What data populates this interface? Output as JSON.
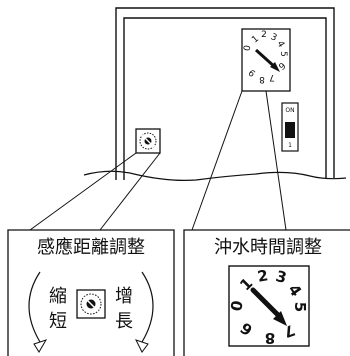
{
  "panels": {
    "sensor": {
      "title": "感應距離調整",
      "left_top": "縮",
      "left_bottom": "短",
      "right_top": "增",
      "right_bottom": "長"
    },
    "flush": {
      "title": "沖水時間調整"
    }
  },
  "dial": {
    "digits": [
      "0",
      "1",
      "2",
      "3",
      "4",
      "5",
      "6",
      "7",
      "8",
      "9"
    ]
  },
  "dip_switch": {
    "on_label": "ON",
    "off_label": "1"
  }
}
